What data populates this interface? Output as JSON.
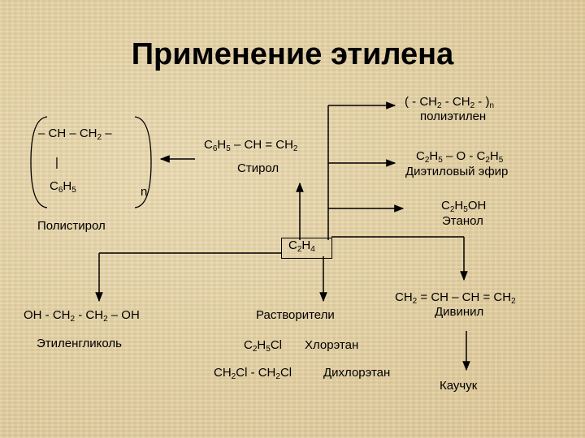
{
  "title": "Применение этилена",
  "polyethylene": {
    "formula": [
      "( - CH",
      "2",
      " - CH",
      "2",
      " - )",
      "n"
    ],
    "name": "полиэтилен"
  },
  "diethyl_ether": {
    "formula": [
      "C",
      "2",
      "H",
      "5",
      " – O - C",
      "2",
      "H",
      "5"
    ],
    "name": "Диэтиловый эфир"
  },
  "ethanol": {
    "formula": [
      "C",
      "2",
      "H",
      "5",
      "OH"
    ],
    "name": "Этанол"
  },
  "styrene": {
    "formula": [
      "C",
      "6",
      "H",
      "5",
      " – CH = CH",
      "2"
    ],
    "name": "Стирол"
  },
  "polystyrene": {
    "chain": [
      "– CH – CH",
      "2",
      " –"
    ],
    "bond": "|",
    "substituent": [
      "C",
      "6",
      "H",
      "5"
    ],
    "n": "n",
    "name": "Полистирол"
  },
  "ethylene": {
    "formula": [
      "C",
      "2",
      "H",
      "4"
    ]
  },
  "ethylene_glycol": {
    "formula": [
      "OH - CH",
      "2",
      " - CH",
      "2",
      " – OH"
    ],
    "name": "Этиленгликоль"
  },
  "solvents": {
    "name": "Растворители",
    "chloroethane_formula": [
      "C",
      "2",
      "H",
      "5",
      "Cl"
    ],
    "chloroethane_name": "Хлорэтан",
    "dichloroethane_formula": [
      "CH",
      "2",
      "Cl - CH",
      "2",
      "Cl"
    ],
    "dichloroethane_name": "Дихлорэтан"
  },
  "divinyl": {
    "formula": [
      "CH",
      "2",
      " = CH – CH = CH",
      "2"
    ],
    "name": "Дивинил"
  },
  "rubber": {
    "name": "Каучук"
  }
}
